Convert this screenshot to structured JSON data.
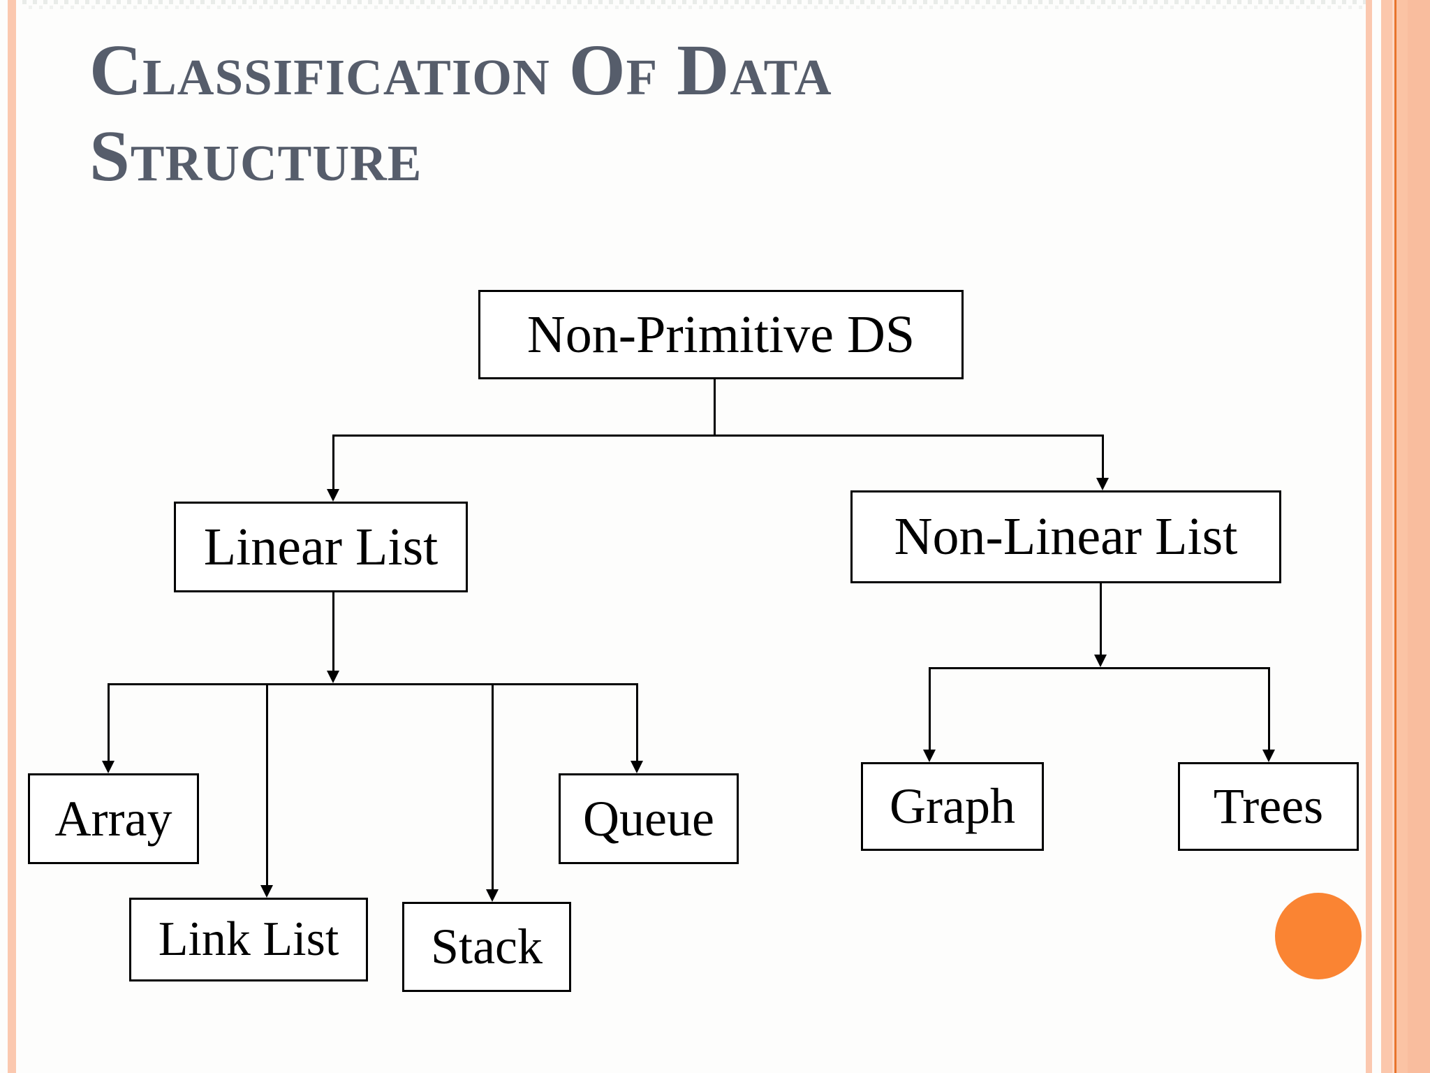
{
  "title": {
    "line1": "Classification Of Data",
    "line2": "Structure"
  },
  "tree": {
    "root": "Non-Primitive DS",
    "branches": [
      {
        "label": "Linear List",
        "children": [
          "Array",
          "Link List",
          "Stack",
          "Queue"
        ]
      },
      {
        "label": "Non-Linear List",
        "children": [
          "Graph",
          "Trees"
        ]
      }
    ]
  },
  "colors": {
    "title": "#565D6B",
    "accent_circle": "#FA8433",
    "border_stripe": "#FBC8AF",
    "border_line": "#E8742C",
    "box_border": "#000000",
    "slide_bg": "#FDFDFC"
  }
}
